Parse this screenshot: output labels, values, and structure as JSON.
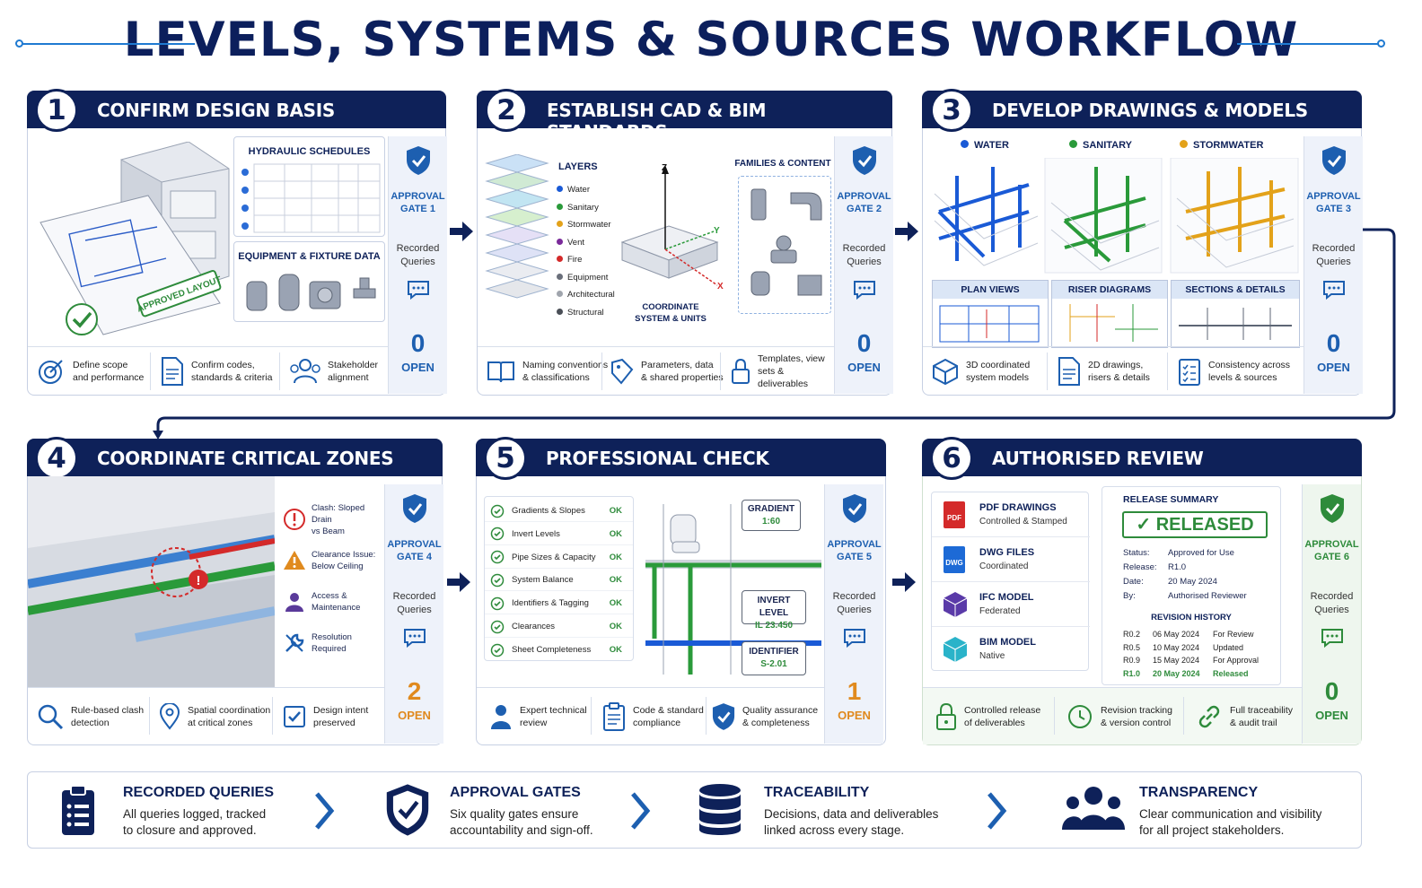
{
  "title": "LEVELS, SYSTEMS & SOURCES WORKFLOW",
  "colors": {
    "navy": "#0e2159",
    "blue": "#1d5fb0",
    "green": "#2e8b3b",
    "orange": "#e08a1e",
    "water": "#1a5ad6",
    "sanitary": "#2a9a3a",
    "stormwater": "#e3a21a"
  },
  "gate_common": {
    "recorded": "Recorded",
    "queries": "Queries",
    "open": "OPEN",
    "approval": "APPROVAL"
  },
  "cards": [
    {
      "num": "1",
      "title": "CONFIRM DESIGN BASIS",
      "gate": "GATE 1",
      "count": "0",
      "hydraulic": "HYDRAULIC SCHEDULES",
      "equipment": "EQUIPMENT & FIXTURE DATA",
      "stamp": "APPROVED LAYOUT",
      "footer": [
        [
          "Define scope",
          "and performance"
        ],
        [
          "Confirm codes,",
          "standards & criteria"
        ],
        [
          "Stakeholder",
          "alignment"
        ]
      ]
    },
    {
      "num": "2",
      "title": "ESTABLISH CAD & BIM STANDARDS",
      "gate": "GATE 2",
      "count": "0",
      "layers_title": "LAYERS",
      "layers": [
        "Water",
        "Sanitary",
        "Stormwater",
        "Vent",
        "Fire",
        "Equipment",
        "Architectural",
        "Structural"
      ],
      "coord": [
        "COORDINATE",
        "SYSTEM & UNITS"
      ],
      "axes": [
        "Z",
        "Y",
        "X"
      ],
      "families": "FAMILIES & CONTENT",
      "footer": [
        [
          "Naming conventions",
          "& classifications"
        ],
        [
          "Parameters, data",
          "& shared properties"
        ],
        [
          "Templates, view",
          "sets & deliverables"
        ]
      ]
    },
    {
      "num": "3",
      "title": "DEVELOP DRAWINGS & MODELS",
      "gate": "GATE 3",
      "count": "0",
      "systems": [
        "WATER",
        "SANITARY",
        "STORMWATER"
      ],
      "views": [
        "PLAN VIEWS",
        "RISER DIAGRAMS",
        "SECTIONS & DETAILS"
      ],
      "footer": [
        [
          "3D coordinated",
          "system models"
        ],
        [
          "2D drawings,",
          "risers & details"
        ],
        [
          "Consistency across",
          "levels & sources"
        ]
      ]
    },
    {
      "num": "4",
      "title": "COORDINATE CRITICAL ZONES",
      "gate": "GATE 4",
      "count": "2",
      "issues": [
        [
          "Clash: Sloped Drain",
          "vs Beam"
        ],
        [
          "Clearance Issue:",
          "Below Ceiling"
        ],
        [
          "Access &",
          "Maintenance"
        ],
        [
          "Resolution",
          "Required"
        ]
      ],
      "footer": [
        [
          "Rule-based clash",
          "detection"
        ],
        [
          "Spatial coordination",
          "at critical zones"
        ],
        [
          "Design intent",
          "preserved"
        ]
      ]
    },
    {
      "num": "5",
      "title": "PROFESSIONAL CHECK",
      "gate": "GATE 5",
      "count": "1",
      "checks": [
        "Gradients & Slopes",
        "Invert Levels",
        "Pipe Sizes & Capacity",
        "System Balance",
        "Identifiers & Tagging",
        "Clearances",
        "Sheet Completeness"
      ],
      "ok": "OK",
      "callouts": [
        [
          "GRADIENT",
          "1:60"
        ],
        [
          "INVERT LEVEL",
          "IL 23.450"
        ],
        [
          "IDENTIFIER",
          "S-2.01"
        ]
      ],
      "footer": [
        [
          "Expert technical",
          "review"
        ],
        [
          "Code & standard",
          "compliance"
        ],
        [
          "Quality assurance",
          "& completeness"
        ]
      ]
    },
    {
      "num": "6",
      "title": "AUTHORISED REVIEW",
      "gate": "GATE 6",
      "count": "0",
      "files": [
        [
          "PDF DRAWINGS",
          "Controlled & Stamped",
          "PDF"
        ],
        [
          "DWG FILES",
          "Coordinated",
          "DWG"
        ],
        [
          "IFC MODEL",
          "Federated",
          ""
        ],
        [
          "BIM MODEL",
          "Native",
          ""
        ]
      ],
      "release_title": "RELEASE SUMMARY",
      "released": "✓ RELEASED",
      "release_rows": [
        [
          "Status:",
          "Approved for Use"
        ],
        [
          "Release:",
          "R1.0"
        ],
        [
          "Date:",
          "20 May 2024"
        ],
        [
          "By:",
          "Authorised Reviewer"
        ]
      ],
      "history_title": "REVISION HISTORY",
      "history": [
        [
          "R0.2",
          "06 May 2024",
          "For Review"
        ],
        [
          "R0.5",
          "10 May 2024",
          "Updated"
        ],
        [
          "R0.9",
          "15 May 2024",
          "For Approval"
        ],
        [
          "R1.0",
          "20 May 2024",
          "Released"
        ]
      ],
      "footer": [
        [
          "Controlled release",
          "of deliverables"
        ],
        [
          "Revision tracking",
          "& version control"
        ],
        [
          "Full traceability",
          "& audit trail"
        ]
      ]
    }
  ],
  "bottom": [
    {
      "title": "RECORDED QUERIES",
      "desc": [
        "All queries logged, tracked",
        "to closure and approved."
      ]
    },
    {
      "title": "APPROVAL GATES",
      "desc": [
        "Six quality gates ensure",
        "accountability and sign-off."
      ]
    },
    {
      "title": "TRACEABILITY",
      "desc": [
        "Decisions, data and deliverables",
        "linked across every stage."
      ]
    },
    {
      "title": "TRANSPARENCY",
      "desc": [
        "Clear communication and visibility",
        "for all project stakeholders."
      ]
    }
  ]
}
